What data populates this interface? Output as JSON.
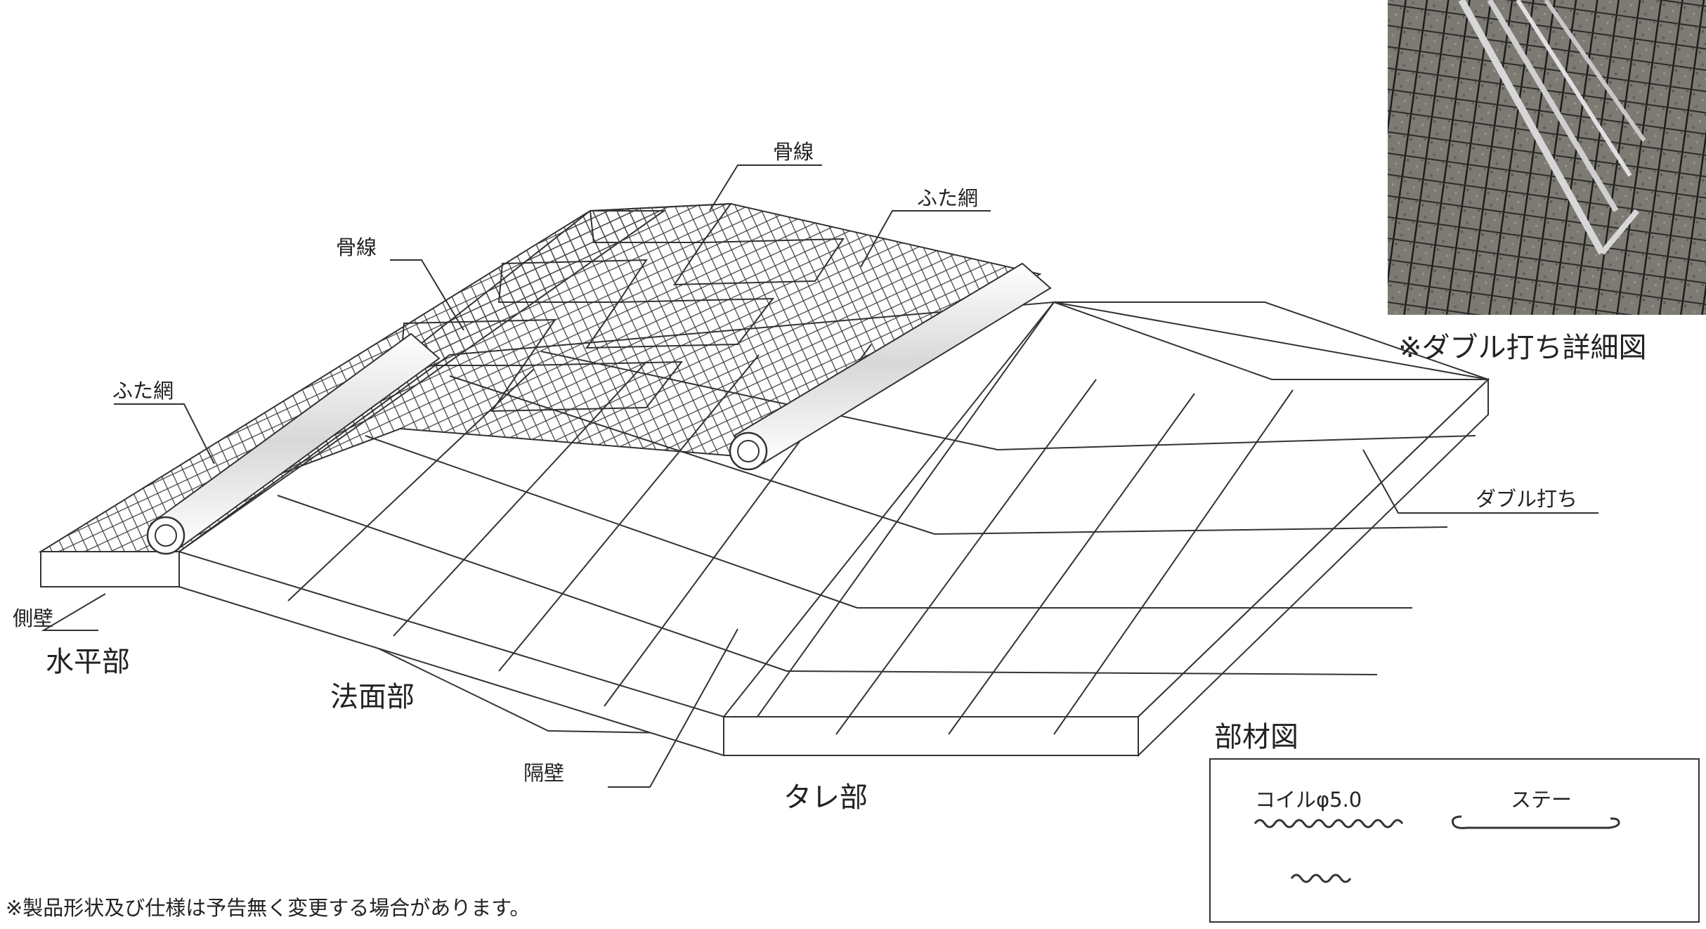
{
  "labels": {
    "kotsusen_top": "骨線",
    "futaami_right": "ふた網",
    "kotsusen_left": "骨線",
    "futaami_left": "ふた網",
    "double_uchi": "ダブル打ち",
    "sokuheki": "側壁",
    "suiheibu": "水平部",
    "houmenbu": "法面部",
    "kakuheki": "隔壁",
    "tarebu": "タレ部"
  },
  "photo": {
    "caption": "※ダブル打ち詳細図"
  },
  "materials": {
    "title": "部材図",
    "coil_label": "コイルφ5.0",
    "stay_label": "ステー"
  },
  "footnote": "※製品形状及び仕様は予告無く変更する場合があります。"
}
